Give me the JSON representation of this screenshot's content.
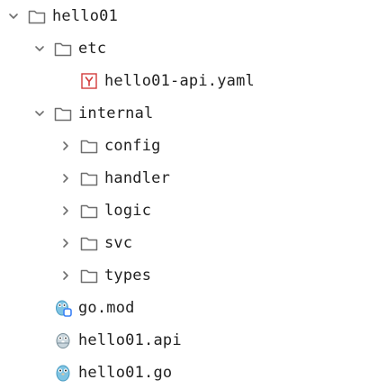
{
  "tree": {
    "root": {
      "label": "hello01",
      "icon": "folder-icon"
    },
    "etc": {
      "label": "etc",
      "icon": "folder-icon"
    },
    "etc_yaml": {
      "label": "hello01-api.yaml",
      "icon": "yaml-file-icon"
    },
    "internal": {
      "label": "internal",
      "icon": "folder-icon"
    },
    "config": {
      "label": "config",
      "icon": "folder-icon"
    },
    "handler": {
      "label": "handler",
      "icon": "folder-icon"
    },
    "logic": {
      "label": "logic",
      "icon": "folder-icon"
    },
    "svc": {
      "label": "svc",
      "icon": "folder-icon"
    },
    "types": {
      "label": "types",
      "icon": "folder-icon"
    },
    "gomod": {
      "label": "go.mod",
      "icon": "go-mod-icon"
    },
    "api": {
      "label": "hello01.api",
      "icon": "api-file-icon"
    },
    "gofile": {
      "label": "hello01.go",
      "icon": "go-file-icon"
    }
  },
  "colors": {
    "chevron": "#6e6e6e",
    "folder_stroke": "#6e6e6e",
    "yaml_accent": "#d23b3b",
    "gopher": "#7fc4e3",
    "mod_badge": "#3b82f6"
  }
}
